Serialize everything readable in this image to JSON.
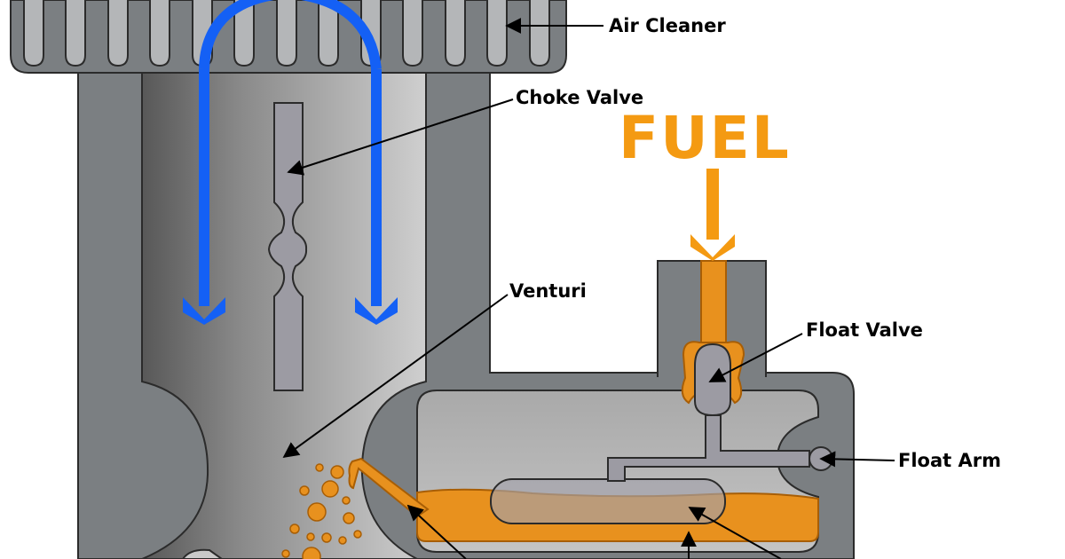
{
  "labels": {
    "air_cleaner": "Air Cleaner",
    "choke_valve": "Choke Valve",
    "fuel": "FUEL",
    "venturi": "Venturi",
    "float_valve": "Float Valve",
    "float_arm": "Float Arm"
  },
  "colors": {
    "body_gray": "#7b7f82",
    "dark_outline": "#2b2b2b",
    "air_flow_blue": "#1460f5",
    "fuel_orange": "#e8911e",
    "fuel_label_orange": "#f49a12",
    "part_gray": "#9c9ba3"
  }
}
